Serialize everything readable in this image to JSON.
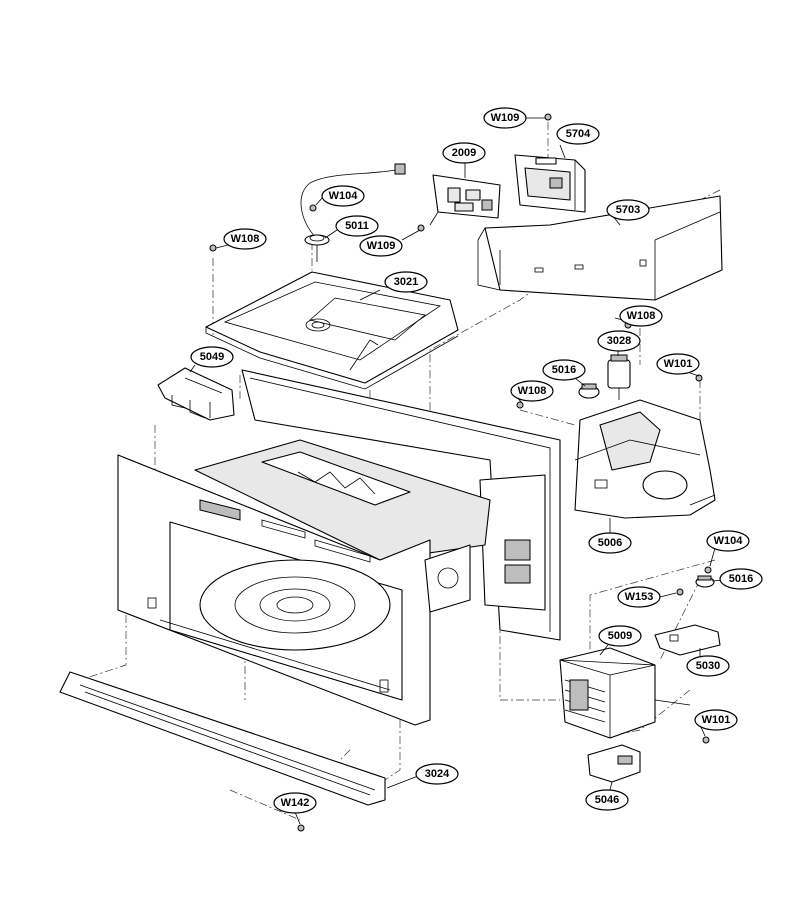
{
  "callouts": [
    {
      "id": "W109a",
      "label": "W109"
    },
    {
      "id": "5704",
      "label": "5704"
    },
    {
      "id": "2009",
      "label": "2009"
    },
    {
      "id": "W104a",
      "label": "W104"
    },
    {
      "id": "5011",
      "label": "5011"
    },
    {
      "id": "W108a",
      "label": "W108"
    },
    {
      "id": "W109b",
      "label": "W109"
    },
    {
      "id": "5703",
      "label": "5703"
    },
    {
      "id": "3021",
      "label": "3021"
    },
    {
      "id": "W108b",
      "label": "W108"
    },
    {
      "id": "3028",
      "label": "3028"
    },
    {
      "id": "5049",
      "label": "5049"
    },
    {
      "id": "5016a",
      "label": "5016"
    },
    {
      "id": "W101a",
      "label": "W101"
    },
    {
      "id": "W108c",
      "label": "W108"
    },
    {
      "id": "5006",
      "label": "5006"
    },
    {
      "id": "W104b",
      "label": "W104"
    },
    {
      "id": "5016b",
      "label": "5016"
    },
    {
      "id": "W153",
      "label": "W153"
    },
    {
      "id": "5009",
      "label": "5009"
    },
    {
      "id": "5030",
      "label": "5030"
    },
    {
      "id": "W101b",
      "label": "W101"
    },
    {
      "id": "3024",
      "label": "3024"
    },
    {
      "id": "5046",
      "label": "5046"
    },
    {
      "id": "W142",
      "label": "W142"
    }
  ]
}
